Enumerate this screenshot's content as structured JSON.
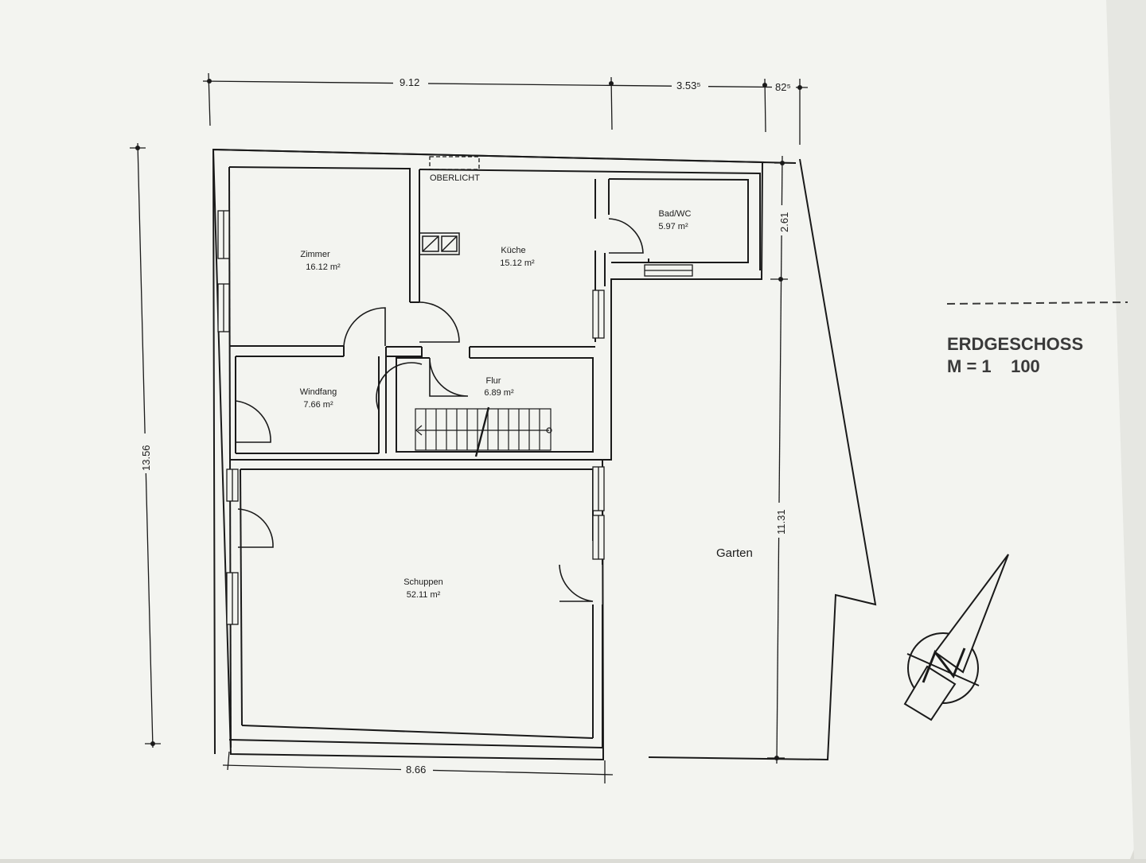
{
  "plan": {
    "title": "ERDGESCHOSS",
    "scale": "M = 1    100",
    "skylight": "OBERLICHT",
    "garden": "Garten",
    "rooms": [
      {
        "name": "Zimmer",
        "area": "16.12 m²"
      },
      {
        "name": "Küche",
        "area": "15.12 m²"
      },
      {
        "name": "Bad/WC",
        "area": "5.97 m²"
      },
      {
        "name": "Windfang",
        "area": "7.66 m²"
      },
      {
        "name": "Flur",
        "area": "6.89 m²"
      },
      {
        "name": "Schuppen",
        "area": "52.11 m²"
      }
    ],
    "dimensions": {
      "top_main": "9.12",
      "top_mid": "3.53⁵",
      "top_right": "82⁵",
      "left_total": "13.56",
      "right_upper": "2.61",
      "right_lower": "11.31",
      "bottom": "8.66"
    },
    "north_letter": "N"
  },
  "colors": {
    "paper": "#f4f5f1",
    "line": "#1a1a1a",
    "background": "#dcdcd6"
  }
}
